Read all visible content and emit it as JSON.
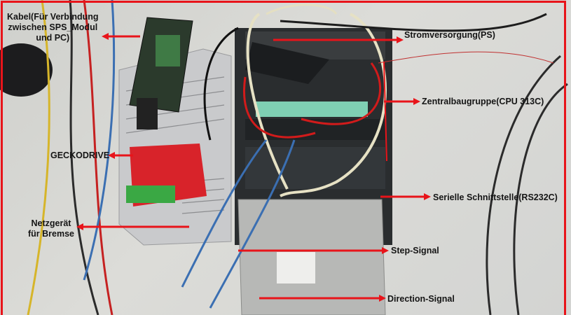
{
  "labels": {
    "cable": [
      "Kabel(Für Verbindung",
      "zwischen SPS_Modul",
      "und PC)"
    ],
    "power_supply": "Stromversorgung(PS)",
    "cpu": "Zentralbaugruppe(CPU 313C)",
    "geckodrive": "GECKODRIVE",
    "serial": "Serielle Schnittstelle(RS232C)",
    "brake_psu": [
      "Netzgerät",
      "für Bremse"
    ],
    "step": "Step-Signal",
    "direction": "Direction-Signal"
  },
  "colors": {
    "annotation": "#e8141a",
    "frame": "#e8141a"
  }
}
